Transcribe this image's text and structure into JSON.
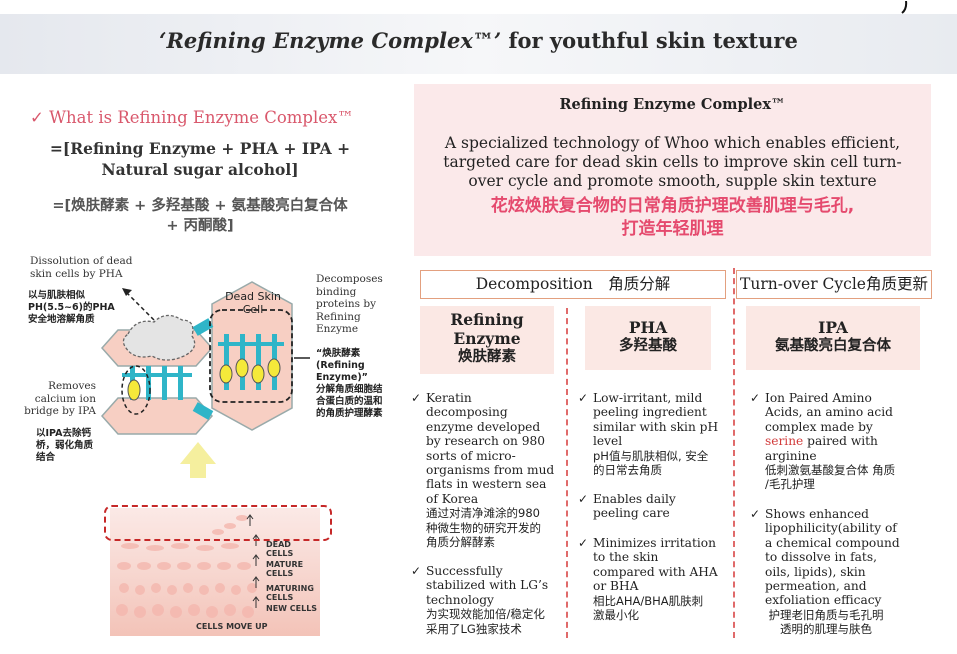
{
  "header": {
    "title_italic": "‘Refining Enzyme Complex™’",
    "title_rest": " for youthful skin texture"
  },
  "left": {
    "what_heading": "✓ What is Refining Enzyme Complex™",
    "formula_en_line1": "=[Refining Enzyme + PHA + IPA +",
    "formula_en_line2": "Natural sugar alcohol]",
    "formula_cn_line1": "=[焕肤酵素 + 多羟基酸 + 氨基酸亮白复合体",
    "formula_cn_line2": "+ 丙酮酸]"
  },
  "diagram": {
    "pha_label": [
      "Dissolution of dead",
      "skin cells by PHA"
    ],
    "pha_cn": [
      "以与肌肤相似",
      "PH(5.5~6)的PHA",
      "安全地溶解角质"
    ],
    "ipa_label": [
      "Removes",
      "calcium ion",
      "bridge by IPA"
    ],
    "ipa_cn": [
      "以IPA去除钙",
      "桥，弱化角质",
      "结合"
    ],
    "dead_cell": [
      "Dead Skin",
      "Cell"
    ],
    "enzyme_label": [
      "Decomposes",
      "binding",
      "proteins by",
      "Refining",
      "Enzyme"
    ],
    "enzyme_cn": [
      "“焕肤酵素",
      "(Refining",
      "Enzyme)”",
      "分解角质细胞结",
      "合蛋白质的温和",
      "的角质护理酵素"
    ],
    "layers": [
      "DEAD CELLS",
      "MATURE CELLS",
      "MATURING CELLS",
      "NEW CELLS",
      "CELLS MOVE UP"
    ]
  },
  "panel": {
    "title": "Refining Enzyme Complex™",
    "desc_line1": "A specialized technology of Whoo which enables efficient,",
    "desc_line2": "targeted care for dead skin cells to improve skin cell turn-",
    "desc_line3": "over cycle and promote smooth, supple skin texture",
    "cn_line1": "花炫焕肤复合物的日常角质护理改善肌理与毛孔,",
    "cn_line2": "打造年轻肌理"
  },
  "sections": {
    "decomposition": "Decomposition　角质分解",
    "turnover": "Turn-over Cycle角质更新"
  },
  "cards": {
    "enzyme": {
      "en1": "Refining",
      "en2": "Enzyme",
      "cn": "焕肤酵素"
    },
    "pha": {
      "en": "PHA",
      "cn": "多羟基酸"
    },
    "ipa": {
      "en": "IPA",
      "cn": "氨基酸亮白复合体"
    }
  },
  "col1": {
    "b1": [
      "Keratin",
      "decomposing",
      "enzyme developed",
      "by research on 980",
      "sorts of micro-",
      "organisms from mud",
      "flats in western sea",
      "of Korea"
    ],
    "b1_cn": [
      "通过对清净滩涂的980",
      "种微生物的研究开发的",
      "角质分解酵素"
    ],
    "b2": [
      "Successfully",
      "stabilized with LG’s",
      "technology"
    ],
    "b2_cn": [
      "为实现效能加倍/稳定化",
      "采用了LG独家技术"
    ]
  },
  "col2": {
    "b1": [
      "Low-irritant, mild",
      "peeling ingredient",
      "similar with skin pH",
      "level"
    ],
    "b1_cn": [
      "pH值与肌肤相似, 安全",
      "的日常去角质"
    ],
    "b2": [
      "Enables daily",
      "peeling care"
    ],
    "b3": [
      "Minimizes irritation",
      "to the skin",
      "compared with AHA",
      "or BHA"
    ],
    "b3_cn": [
      "相比AHA/BHA肌肤刺",
      "激最小化"
    ]
  },
  "col3": {
    "b1_l1": "Ion Paired Amino",
    "b1_l2": "Acids, an amino acid",
    "b1_l3": "complex made by",
    "b1_red": "serine",
    "b1_l4": " paired with",
    "b1_l5": "arginine",
    "b1_cn": [
      "低刺激氨基酸复合体 角质",
      "/毛孔护理"
    ],
    "b2": [
      "Shows enhanced",
      "lipophilicity(ability of",
      "a chemical compound",
      "to dissolve in fats,",
      "oils, lipids), skin",
      "permeation, and",
      "exfoliation efficacy"
    ],
    "b2_cn": [
      "护理老旧角质与毛孔明",
      "透明的肌理与肤色"
    ]
  },
  "check": "✓",
  "colors": {
    "accent_pink": "#d9586c",
    "panel_bg": "#fbe9ea",
    "cn_pink": "#e54a6e",
    "card_bg": "#fbe8e4",
    "dash_red": "#c62828"
  }
}
